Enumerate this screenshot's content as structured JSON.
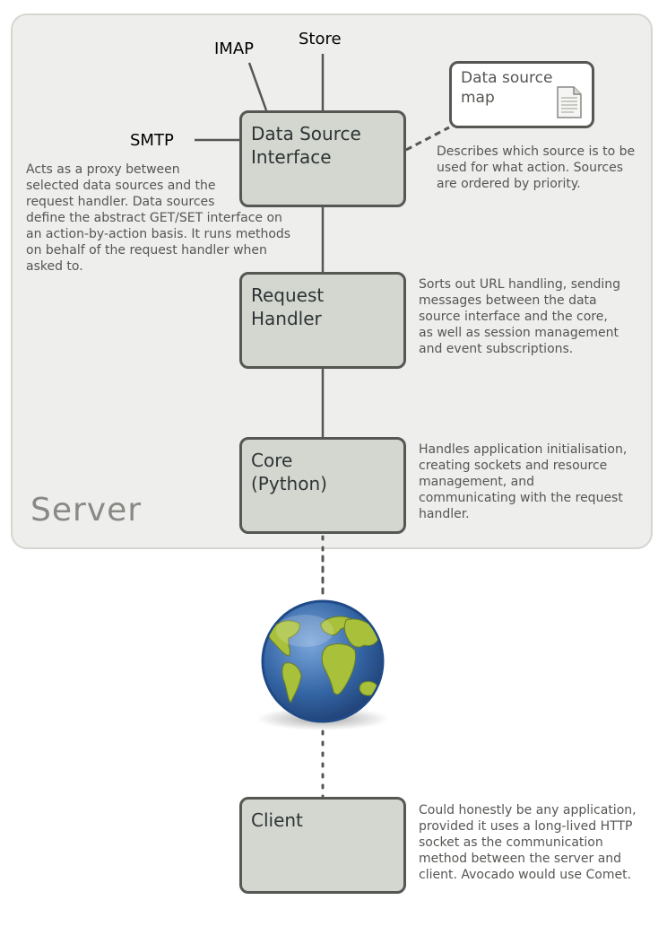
{
  "server": {
    "label": "Server"
  },
  "protocols": {
    "imap": "IMAP",
    "store": "Store",
    "smtp": "SMTP"
  },
  "nodes": {
    "data_source_interface": {
      "lines": [
        "Data Source",
        "Interface"
      ]
    },
    "request_handler": {
      "lines": [
        "Request",
        "Handler"
      ]
    },
    "core": {
      "lines": [
        "Core",
        "(Python)"
      ]
    },
    "client": {
      "lines": [
        "Client"
      ]
    }
  },
  "data_source_map": {
    "lines": [
      "Data source",
      "map"
    ],
    "icon": "document-icon"
  },
  "descriptions": {
    "data_source_interface": [
      "Acts as a proxy between",
      "selected data sources and the",
      "request handler. Data sources",
      "define the abstract GET/SET interface on",
      "an action-by-action basis. It runs methods",
      "on behalf of the request handler when",
      "asked to."
    ],
    "data_source_map": [
      "Describes which source is to be",
      "used for what action. Sources",
      "are ordered by priority."
    ],
    "request_handler": [
      "Sorts out URL handling, sending",
      "messages between the data",
      "source interface and the core,",
      "as well as session management",
      "and event subscriptions."
    ],
    "core": [
      "Handles application initialisation,",
      "creating sockets and resource",
      "management, and",
      "communicating with the request",
      "handler."
    ],
    "client": [
      "Could honestly be any application,",
      "provided it uses a long-lived HTTP",
      "socket as the communication",
      "method between the server and",
      "client. Avocado would use Comet."
    ]
  },
  "globe": {
    "icon": "globe-icon"
  },
  "colors": {
    "panel_bg": "#eeeeec",
    "panel_border": "#d3d7cf",
    "node_fill": "#d3d7cf",
    "node_border": "#555753",
    "text": "#555753",
    "globe_ocean": "#3465a4",
    "globe_land": "#a8c03a"
  }
}
